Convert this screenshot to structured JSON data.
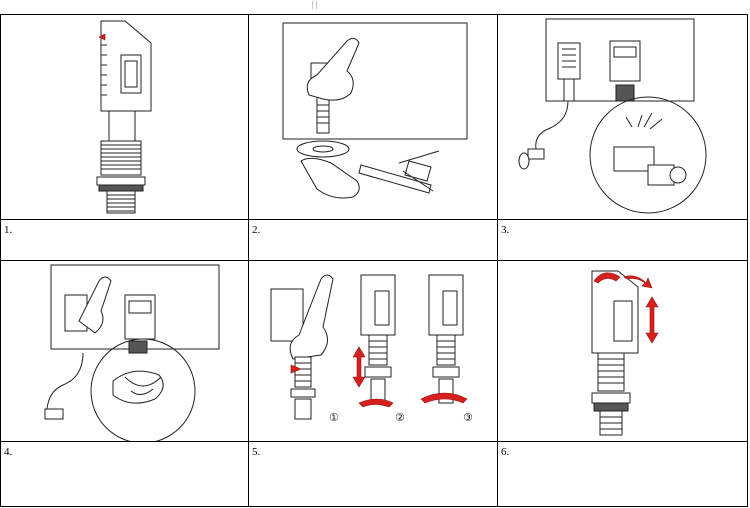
{
  "header_mark": "| |",
  "steps": [
    {
      "caption": "1."
    },
    {
      "caption": "2."
    },
    {
      "caption": "3."
    },
    {
      "caption": "4."
    },
    {
      "caption": "5."
    },
    {
      "caption": "6."
    }
  ],
  "sub_steps": [
    "①",
    "②",
    "③"
  ],
  "icons": [
    "fill-valve-drawing",
    "hand-icon",
    "wrench-icon",
    "red-arrow-icon"
  ]
}
